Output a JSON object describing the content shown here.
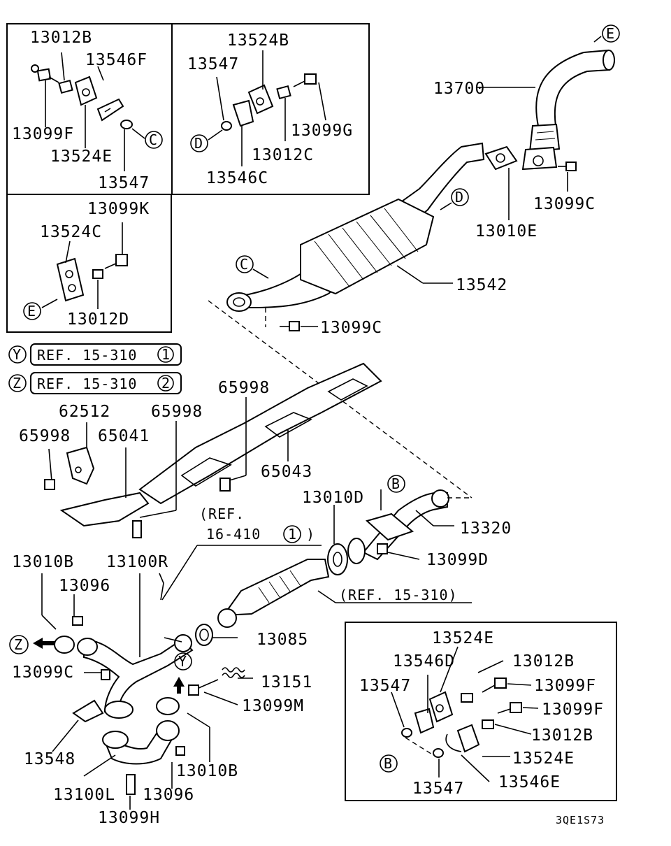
{
  "diagram_code": "3QE1S73",
  "boxes": {
    "top_left": [
      "13012B",
      "13546F",
      "13099F",
      "13524E",
      "13547"
    ],
    "top_mid": [
      "13524B",
      "13547",
      "13099G",
      "13012C",
      "13546C"
    ],
    "mid_left": [
      "13099K",
      "13524C",
      "13012D"
    ],
    "bottom_right": [
      "13524E",
      "13546D",
      "13012B",
      "13547",
      "13099F",
      "13099F",
      "13012B",
      "13524E",
      "13546E",
      "13547"
    ]
  },
  "labels": {
    "l13012B_a": "13012B",
    "l13546F": "13546F",
    "l13099F_a": "13099F",
    "l13524E_a": "13524E",
    "l13547_a": "13547",
    "l13524B": "13524B",
    "l13547_b": "13547",
    "l13099G": "13099G",
    "l13012C": "13012C",
    "l13546C": "13546C",
    "l13099K": "13099K",
    "l13524C": "13524C",
    "l13012D": "13012D",
    "l13700": "13700",
    "l13010E": "13010E",
    "l13099C_a": "13099C",
    "l13542": "13542",
    "l13099C_b": "13099C",
    "l65998_a": "65998",
    "l62512": "62512",
    "l65998_b": "65998",
    "l65998_c": "65998",
    "l65041": "65041",
    "l65043": "65043",
    "l13010D": "13010D",
    "l13320": "13320",
    "l13099D": "13099D",
    "l13010B_a": "13010B",
    "l13100R": "13100R",
    "l13096_a": "13096",
    "l13085": "13085",
    "l13099C_c": "13099C",
    "l13151": "13151",
    "l13099M": "13099M",
    "l13548": "13548",
    "l13010B_b": "13010B",
    "l13100L": "13100L",
    "l13096_b": "13096",
    "l13099H": "13099H",
    "lr13524E": "13524E",
    "lr13546D": "13546D",
    "lr13012B_a": "13012B",
    "lr13547_a": "13547",
    "lr13099F_a": "13099F",
    "lr13099F_b": "13099F",
    "lr13012B_b": "13012B",
    "lr13524E_b": "13524E",
    "lr13546E": "13546E",
    "lr13547_b": "13547"
  },
  "refs": {
    "ref_y_letter": "Y",
    "ref_y_text": "REF. 15-310",
    "ref_y_num": "1",
    "ref_z_letter": "Z",
    "ref_z_text": "REF. 15-310",
    "ref_z_num": "2",
    "ref16_line1": "(REF.",
    "ref16_line2": "16-410",
    "ref16_num": "1",
    "ref16_close": ")",
    "ref15310": "(REF. 15-310)"
  },
  "callouts": {
    "C": "C",
    "D": "D",
    "E": "E",
    "B": "B",
    "Y": "Y",
    "Z": "Z"
  }
}
